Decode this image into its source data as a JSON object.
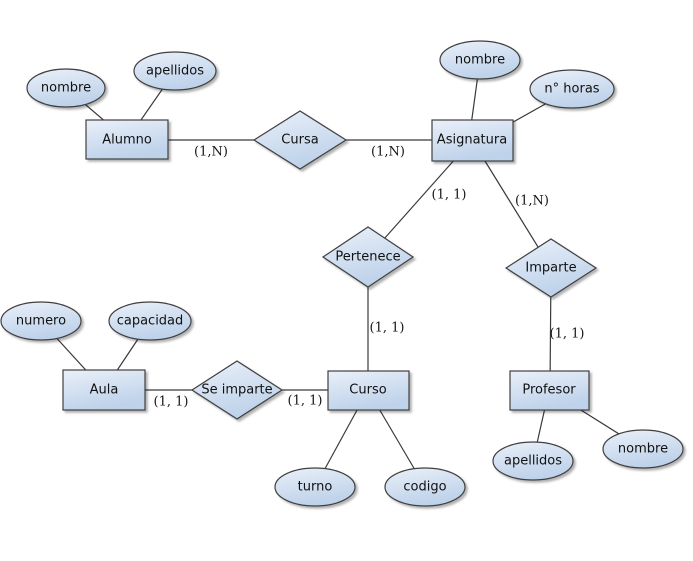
{
  "er": {
    "entities": [
      {
        "label": "Alumno",
        "attributes": [
          "nombre",
          "apellidos"
        ]
      },
      {
        "label": "Asignatura",
        "attributes": [
          "nombre",
          "n° horas"
        ]
      },
      {
        "label": "Aula",
        "attributes": [
          "numero",
          "capacidad"
        ]
      },
      {
        "label": "Curso",
        "attributes": [
          "turno",
          "codigo"
        ]
      },
      {
        "label": "Profesor",
        "attributes": [
          "apellidos",
          "nombre"
        ]
      }
    ],
    "relationships": [
      {
        "label": "Cursa",
        "from": "Alumno",
        "to": "Asignatura",
        "cardinalities": [
          "(1,N)",
          "(1,N)"
        ]
      },
      {
        "label": "Pertenece",
        "from": "Asignatura",
        "to": "Curso",
        "cardinalities": [
          "(1, 1)",
          "(1, 1)"
        ]
      },
      {
        "label": "Imparte",
        "from": "Asignatura",
        "to": "Profesor",
        "cardinalities": [
          "(1,N)",
          "(1, 1)"
        ]
      },
      {
        "label": "Se imparte",
        "from": "Aula",
        "to": "Curso",
        "cardinalities": [
          "(1, 1)",
          "(1, 1)"
        ]
      }
    ],
    "colors": {
      "background": "#ffffff",
      "shape_fill_top": "#eaf0f9",
      "shape_fill_bottom": "#bed2ea",
      "shape_border": "#3f3f3f",
      "connector": "#3a3a3a",
      "text": "#111111"
    }
  }
}
